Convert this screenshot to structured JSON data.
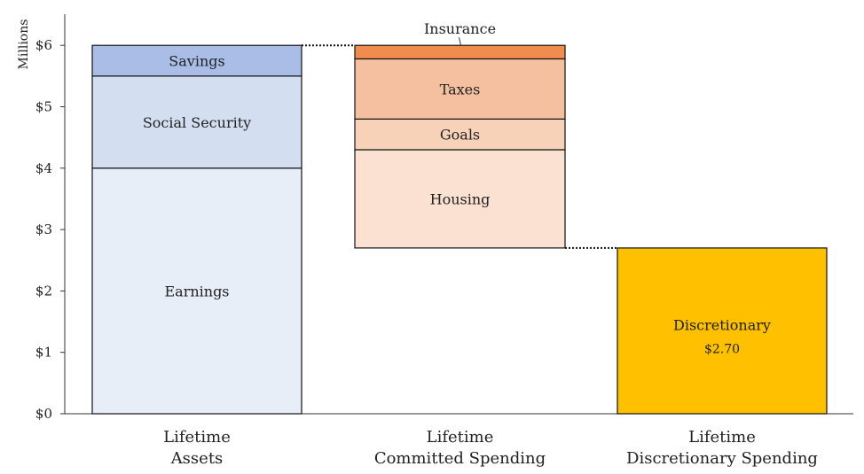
{
  "chart_data": {
    "type": "waterfall-stacked-bar",
    "ylabel": "Millions",
    "ylim": [
      0,
      6.5
    ],
    "y_ticks": [
      {
        "value": 0,
        "label": "$0"
      },
      {
        "value": 1,
        "label": "$1"
      },
      {
        "value": 2,
        "label": "$2"
      },
      {
        "value": 3,
        "label": "$3"
      },
      {
        "value": 4,
        "label": "$4"
      },
      {
        "value": 5,
        "label": "$5"
      },
      {
        "value": 6,
        "label": "$6"
      }
    ],
    "categories": [
      {
        "line1": "Lifetime",
        "line2": "Assets"
      },
      {
        "line1": "Lifetime",
        "line2": "Committed Spending"
      },
      {
        "line1": "Lifetime",
        "line2": "Discretionary Spending"
      }
    ],
    "segments": [
      {
        "category": 0,
        "label": "Earnings",
        "start": 0,
        "end": 4.0,
        "color": "#e8eef8"
      },
      {
        "category": 0,
        "label": "Social Security",
        "start": 4.0,
        "end": 5.5,
        "color": "#d3dff1"
      },
      {
        "category": 0,
        "label": "Savings",
        "start": 5.5,
        "end": 6.0,
        "color": "#a9bde6"
      },
      {
        "category": 1,
        "label": "Housing",
        "start": 2.7,
        "end": 4.3,
        "color": "#fbe1d2"
      },
      {
        "category": 1,
        "label": "Goals",
        "start": 4.3,
        "end": 4.8,
        "color": "#f8d2b8"
      },
      {
        "category": 1,
        "label": "Taxes",
        "start": 4.8,
        "end": 5.78,
        "color": "#f4c09f"
      },
      {
        "category": 1,
        "label": "Insurance",
        "start": 5.78,
        "end": 6.0,
        "color": "#ef8c4e",
        "label_position": "above"
      },
      {
        "category": 2,
        "label": "Discretionary",
        "start": 0,
        "end": 2.7,
        "color": "#ffc000",
        "value_label": "$2.70"
      }
    ],
    "connectors": [
      {
        "from": 0,
        "to": 1,
        "value": 6.0
      },
      {
        "from": 1,
        "to": 2,
        "value": 2.7
      }
    ]
  }
}
